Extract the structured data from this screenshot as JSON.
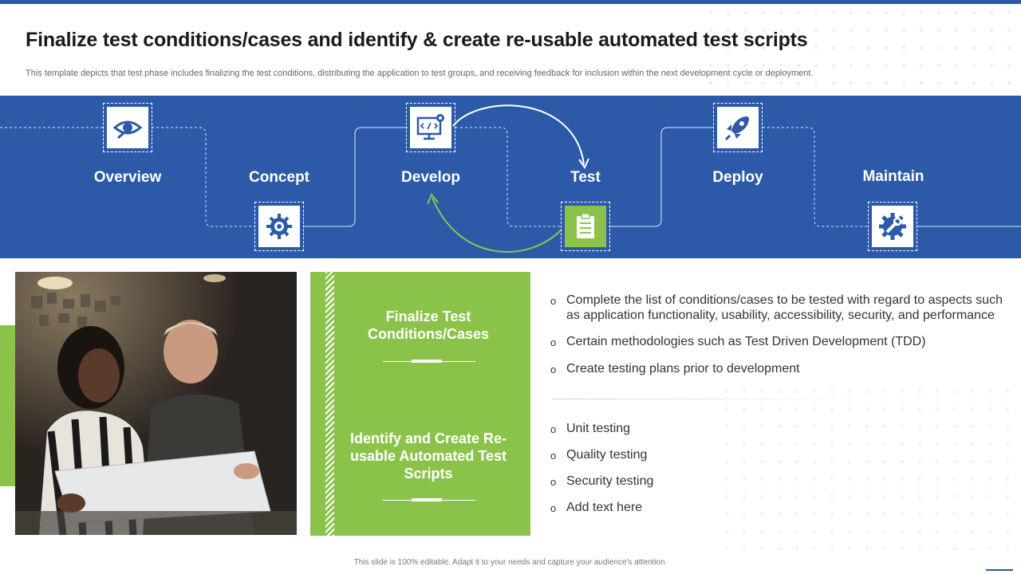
{
  "header": {
    "title": "Finalize test conditions/cases and identify & create re-usable automated test scripts",
    "subtitle": "This template depicts that test phase includes finalizing the test conditions, distributing the application to test groups, and receiving feedback for inclusion within the next development cycle or deployment."
  },
  "stages": [
    {
      "label": "Overview",
      "icon": "eye-icon"
    },
    {
      "label": "Concept",
      "icon": "brain-gear-icon"
    },
    {
      "label": "Develop",
      "icon": "code-monitor-icon"
    },
    {
      "label": "Test",
      "icon": "clipboard-checklist-icon",
      "highlighted": true
    },
    {
      "label": "Deploy",
      "icon": "rocket-icon"
    },
    {
      "label": "Maintain",
      "icon": "wrench-gear-icon"
    }
  ],
  "panel": {
    "heading_1": "Finalize Test Conditions/Cases",
    "heading_2": "Identify and Create Re-usable Automated Test Scripts"
  },
  "bullets_top": [
    "Complete the list of conditions/cases to be tested with regard to aspects such as application functionality,  usability, accessibility, security, and performance",
    "Certain methodologies such as Test Driven Development (TDD)",
    "Create testing plans prior to development"
  ],
  "bullets_bottom": [
    "Unit testing",
    "Quality testing",
    "Security testing",
    "Add text here"
  ],
  "footer": "This slide is 100% editable.  Adapt it to your needs and capture your audience's attention.",
  "colors": {
    "blue": "#2c5aa8",
    "green": "#8bc34a"
  }
}
